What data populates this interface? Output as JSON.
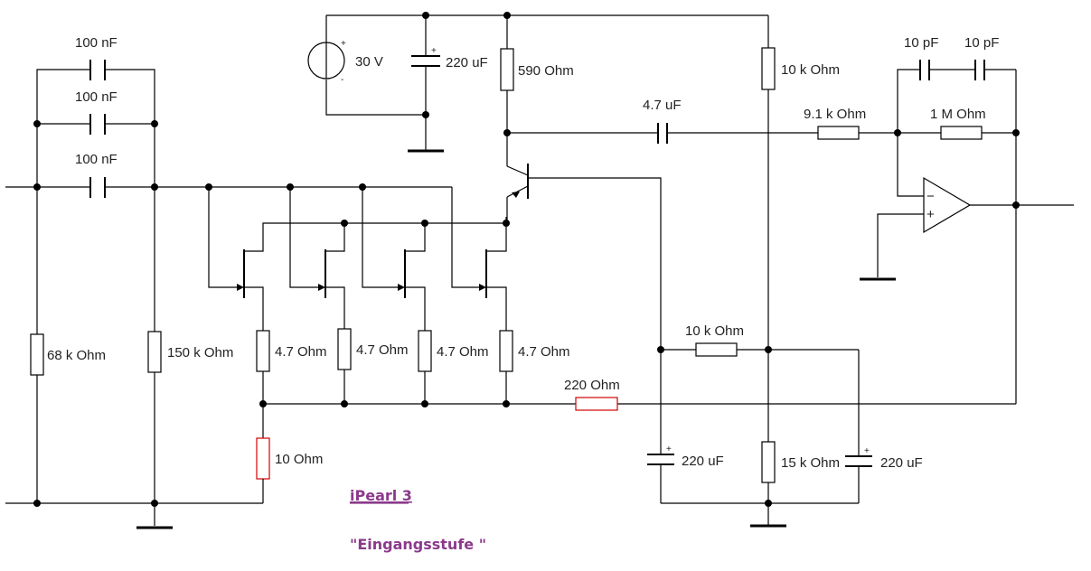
{
  "title": "iPearl 3",
  "subtitle": "\"Eingangsstufe \"",
  "labels": {
    "c_in1": "100 nF",
    "c_in2": "100 nF",
    "c_in3": "100 nF",
    "r68k": "68 k Ohm",
    "r150k": "150 k Ohm",
    "vsrc": "30 V",
    "c_sup": "220 uF",
    "r590": "590  Ohm",
    "c_coup": "4.7 uF",
    "r10k_top": "10 k Ohm",
    "r9k1": "9.1 k Ohm",
    "r1m": "1 M Ohm",
    "c_fb1": "10 pF",
    "c_fb2": "10 pF",
    "r47_1": "4.7  Ohm",
    "r47_2": "4.7  Ohm",
    "r47_3": "4.7  Ohm",
    "r47_4": "4.7  Ohm",
    "r10": "10  Ohm",
    "r220": "220  Ohm",
    "r10k_mid": "10 k Ohm",
    "c_bias1": "220 uF",
    "r15k": "15 k Ohm",
    "c_bias2": "220 uF"
  },
  "symbols": {
    "plus": "+",
    "minus": "-",
    "opamp_minus": "−",
    "opamp_plus": "+"
  },
  "colors": {
    "wire": "#000000",
    "highlight_resistor": "#d40000",
    "title": "#8b3a8b"
  }
}
